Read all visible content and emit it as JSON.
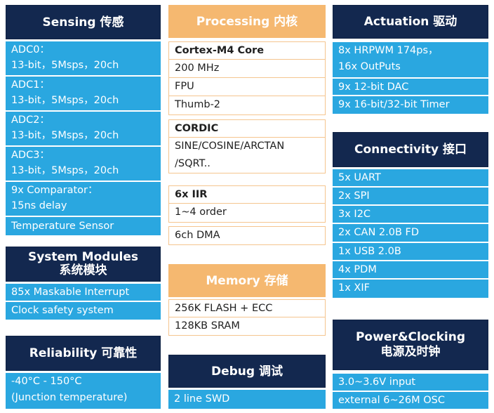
{
  "sensing": {
    "title": "Sensing 传感",
    "items": [
      "ADC0：",
      "13-bit，5Msps，20ch",
      "ADC1：",
      "13-bit，5Msps，20ch",
      "ADC2：",
      "13-bit，5Msps，20ch",
      "ADC3：",
      "13-bit，5Msps，20ch",
      "9x Comparator：",
      "15ns delay",
      "Temperature Sensor"
    ]
  },
  "system": {
    "title_line1": "System Modules",
    "title_line2": "系统模块",
    "items": [
      "85x Maskable Interrupt",
      "Clock safety system"
    ]
  },
  "reliability": {
    "title": "Reliability 可靠性",
    "items": [
      "-40°C - 150°C",
      "(Junction temperature)"
    ]
  },
  "processing": {
    "title": "Processing 内核",
    "items": [
      "Cortex-M4 Core",
      "200 MHz",
      "FPU",
      "Thumb-2",
      "CORDIC",
      "SINE/COSINE/ARCTAN",
      "/SQRT..",
      "6x IIR",
      "1~4 order",
      "6ch DMA"
    ]
  },
  "memory": {
    "title": "Memory 存储",
    "items": [
      "256K FLASH + ECC",
      "128KB SRAM"
    ]
  },
  "debug": {
    "title": "Debug 调试",
    "items": [
      "2 line SWD"
    ]
  },
  "actuation": {
    "title": "Actuation 驱动",
    "items": [
      "8x HRPWM 174ps，",
      "16x OutPuts",
      "9x 12-bit DAC",
      "9x 16-bit/32-bit Timer"
    ]
  },
  "connectivity": {
    "title": "Connectivity 接口",
    "items": [
      "5x UART",
      "2x SPI",
      "3x I2C",
      "2x CAN 2.0B FD",
      "1x USB 2.0B",
      "4x PDM",
      "1x XIF"
    ]
  },
  "power": {
    "title_line1": "Power&Clocking",
    "title_line2": "电源及时钟",
    "items": [
      "3.0~3.6V input",
      "external 6~26M OSC"
    ]
  },
  "colors": {
    "navy": "#13284f",
    "blue": "#2aa7e0",
    "peach": "#f5b870"
  }
}
